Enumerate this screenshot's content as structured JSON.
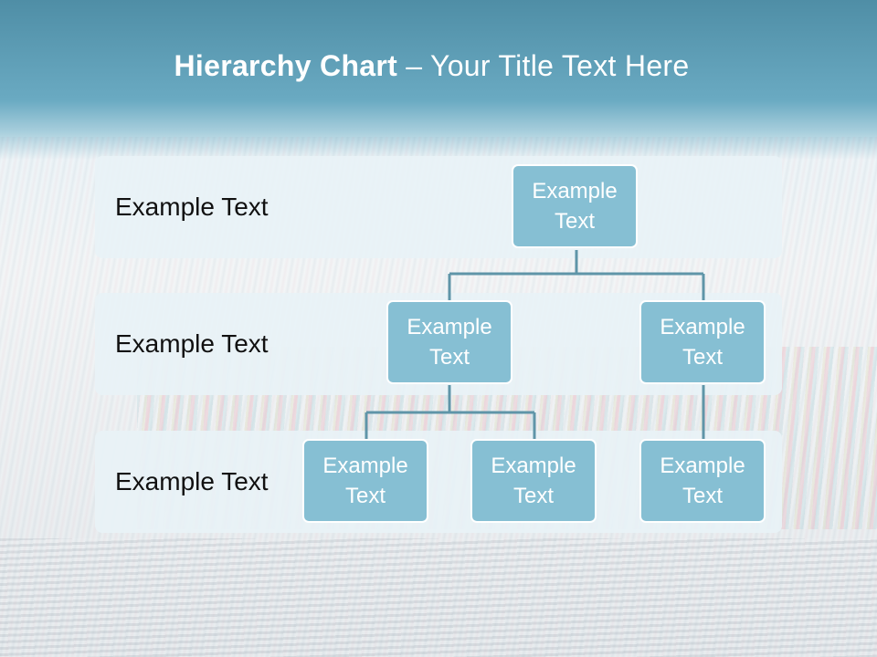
{
  "title": {
    "bold": "Hierarchy Chart",
    "rest": " – Your Title Text Here"
  },
  "levels": [
    {
      "label": "Example Text"
    },
    {
      "label": "Example Text"
    },
    {
      "label": "Example Text"
    }
  ],
  "nodes": {
    "root": {
      "line1": "Example",
      "line2": "Text"
    },
    "mid_left": {
      "line1": "Example",
      "line2": "Text"
    },
    "mid_right": {
      "line1": "Example",
      "line2": "Text"
    },
    "leaf_1": {
      "line1": "Example",
      "line2": "Text"
    },
    "leaf_2": {
      "line1": "Example",
      "line2": "Text"
    },
    "leaf_3": {
      "line1": "Example",
      "line2": "Text"
    }
  },
  "colors": {
    "node_fill": "#86bfd3",
    "connector": "#5f95a8",
    "band": "#e8f2f6",
    "title_bar": "#5a9bb4"
  }
}
